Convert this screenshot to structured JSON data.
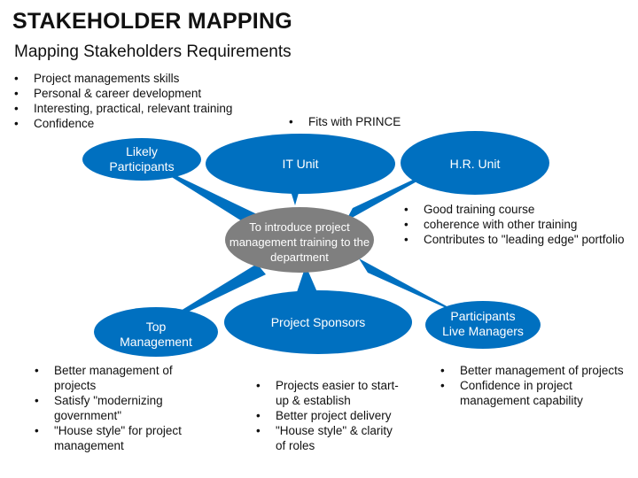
{
  "title": "STAKEHOLDER MAPPING",
  "subtitle": "Mapping Stakeholders Requirements",
  "colors": {
    "node": "#0070c0",
    "center": "#7f7f7f",
    "text": "#111111"
  },
  "center": {
    "text": "To introduce project management training to the department"
  },
  "nodes": {
    "likely": "Likely Participants",
    "it": "IT Unit",
    "hr": "H.R. Unit",
    "top": "Top Management",
    "sponsors": "Project Sponsors",
    "participants": "Participants Live Managers"
  },
  "bullets": {
    "likely": [
      "Project managements skills",
      "Personal & career development",
      "Interesting, practical, relevant training",
      "Confidence"
    ],
    "it": [
      "Fits with PRINCE"
    ],
    "hr": [
      "Good training course",
      "coherence with other training",
      "Contributes to \"leading edge\" portfolio"
    ],
    "top": [
      "Better management of projects",
      "Satisfy \"modernizing government\"",
      "\"House style\" for project management"
    ],
    "sponsors": [
      "Projects easier to start-up & establish",
      "Better project delivery",
      "\"House style\" & clarity of roles"
    ],
    "participants": [
      "Better management of projects",
      "Confidence in project management capability"
    ]
  }
}
